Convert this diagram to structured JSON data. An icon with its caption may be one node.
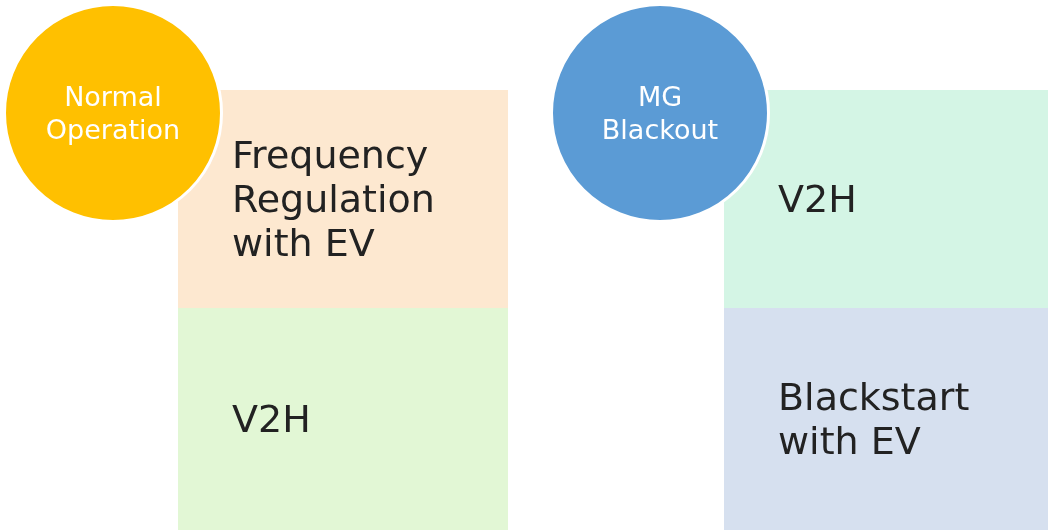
{
  "diagram": {
    "nodes": [
      {
        "text": [
          "Normal Operation"
        ]
      },
      {
        "text": [
          "Frequency Regulation with EV"
        ]
      },
      {
        "text": [
          "V2H"
        ]
      },
      {
        "text": [
          "MG Blackout"
        ]
      },
      {
        "text": [
          "V2H"
        ]
      },
      {
        "text": [
          "Blackstart with EV"
        ]
      }
    ]
  }
}
